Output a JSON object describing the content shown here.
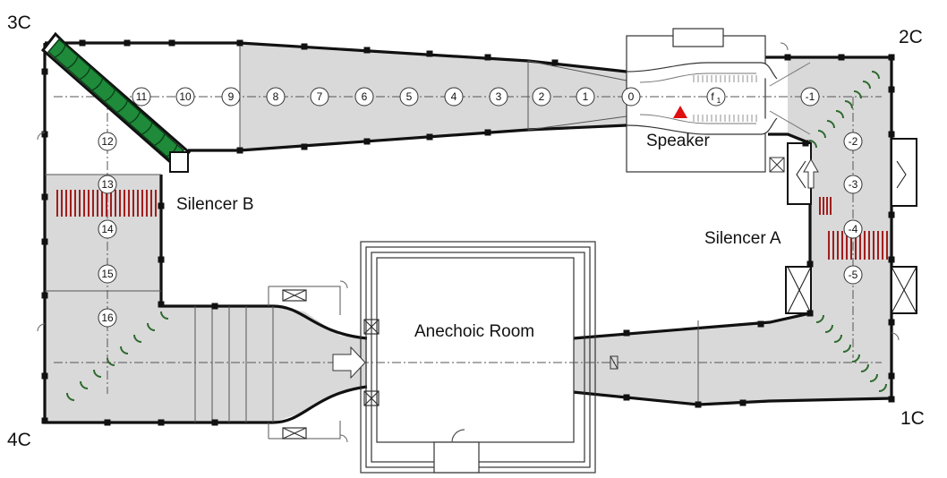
{
  "diagram": {
    "corner_labels": {
      "c3": "3C",
      "c2": "2C",
      "c1": "1C",
      "c4": "4C"
    },
    "labels": {
      "speaker": "Speaker",
      "silencer_b": "Silencer B",
      "silencer_a": "Silencer A",
      "anechoic_room": "Anechoic Room"
    },
    "markers": [
      "11",
      "10",
      "9",
      "8",
      "7",
      "6",
      "5",
      "4",
      "3",
      "2",
      "1",
      "0",
      "-1",
      "-2",
      "-3",
      "-4",
      "-5",
      "12",
      "13",
      "14",
      "15",
      "16"
    ],
    "f1_marker": {
      "base": "f",
      "sub": "1"
    },
    "colors": {
      "duct_fill": "#d9d9d9",
      "wall": "#111111",
      "silencer_green": "#1e8a3a",
      "silencer_red": "#a11d1d",
      "turning_vanes": "#2e6a2e",
      "speaker_marker": "#e01010"
    }
  }
}
